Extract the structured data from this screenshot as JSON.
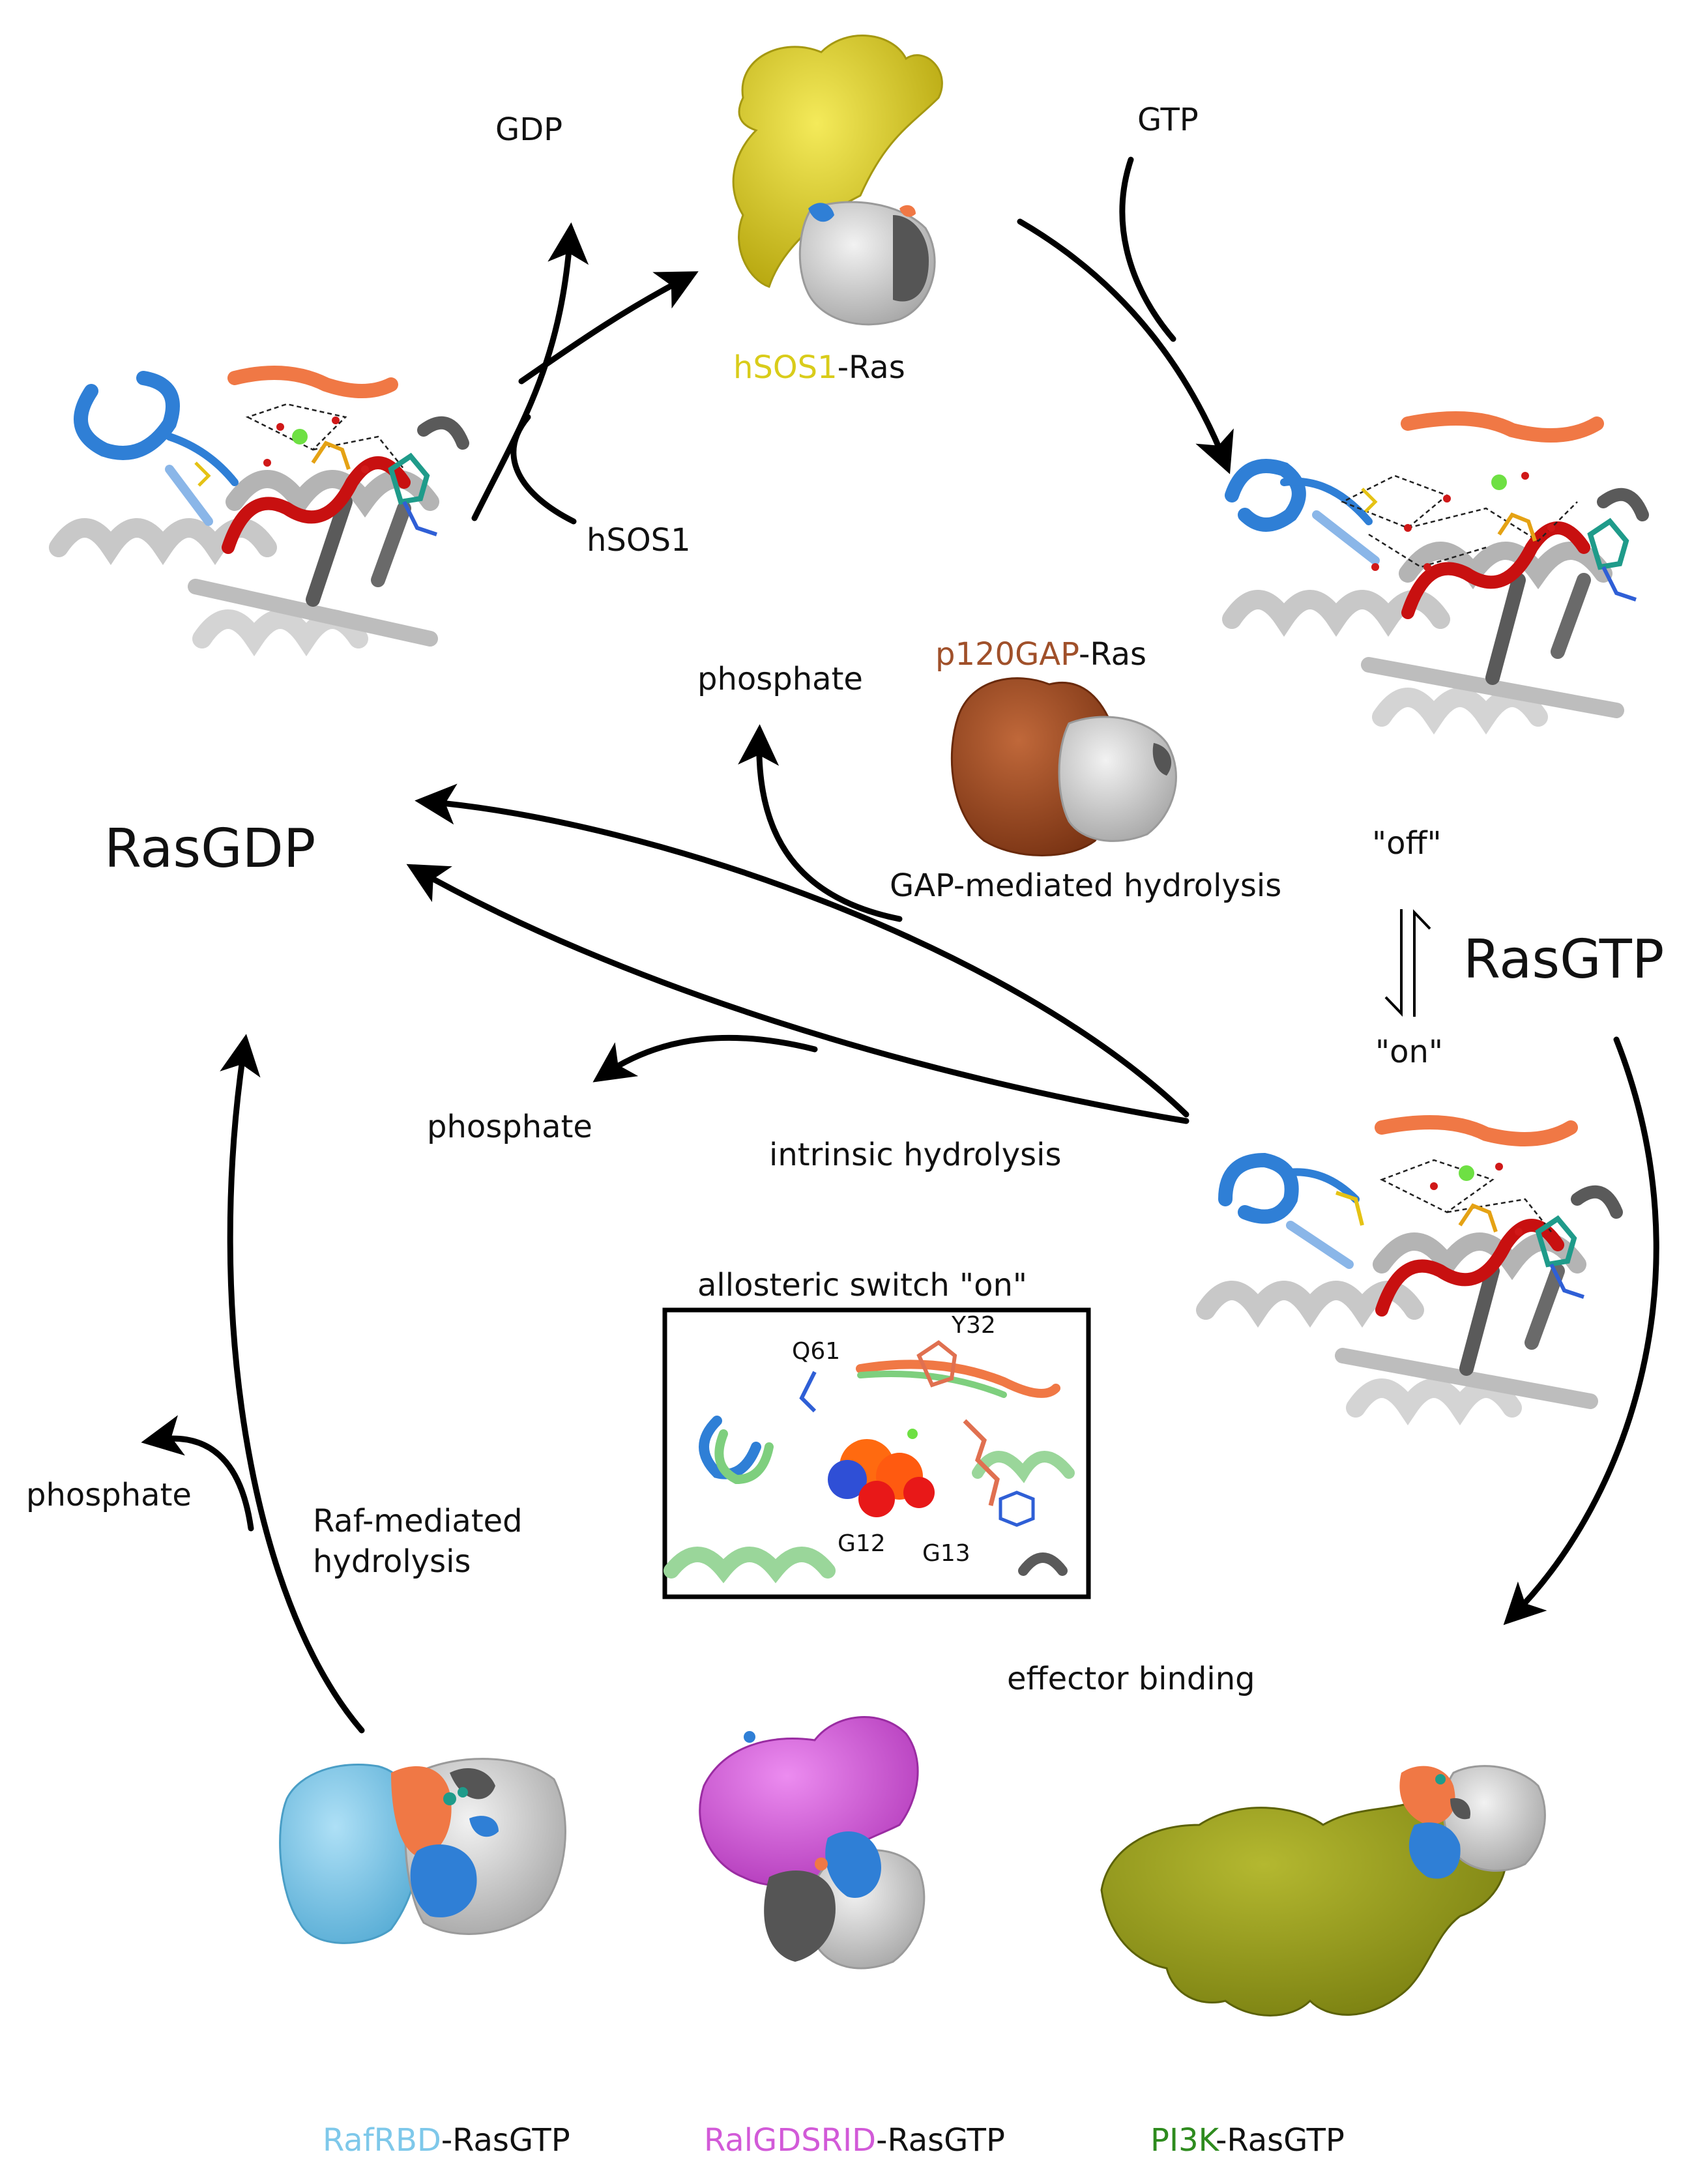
{
  "colors": {
    "sos": "#d9cc1a",
    "gap": "#a0502a",
    "switch_green": "#3cb371",
    "effector_red": "#e01818",
    "raf": "#7ec8ea",
    "ralgds": "#d25ad8",
    "pi3k": "#2e8b1e",
    "ras_grey": "#cfcfcf",
    "switch1_blue": "#2f7fd6",
    "switch2_orange": "#f07845",
    "ploop_red": "#c81010"
  },
  "labels": {
    "gdp": "GDP",
    "gtp": "GTP",
    "hsos1_ras_prefix": "hSOS1",
    "hsos1_ras_suffix": "-Ras",
    "hsos1": "hSOS1",
    "rasgdp": "RasGDP",
    "rasgtp": "RasGTP",
    "off": "\"off\"",
    "on": "\"on\"",
    "phosphate_gap": "phosphate",
    "p120gap_prefix": "p120GAP",
    "p120gap_suffix": "-Ras",
    "gap_hydrolysis": "GAP-mediated hydrolysis",
    "phosphate_intrinsic": "phosphate",
    "intrinsic_hydrolysis": "intrinsic hydrolysis",
    "allosteric_switch": "allosteric switch \"on\"",
    "phosphate_raf": "phosphate",
    "raf_hydrolysis_line1": "Raf-mediated",
    "raf_hydrolysis_line2": "hydrolysis",
    "effector_binding": "effector binding",
    "rafrbd_prefix": "RafRBD",
    "rafrbd_suffix": "-RasGTP",
    "ralgds_prefix": "RalGDSRID",
    "ralgds_suffix": "-RasGTP",
    "pi3k_prefix": "PI3K",
    "pi3k_suffix": "-RasGTP"
  },
  "inset": {
    "q61": "Q61",
    "y32": "Y32",
    "g12": "G12",
    "g13": "G13"
  }
}
